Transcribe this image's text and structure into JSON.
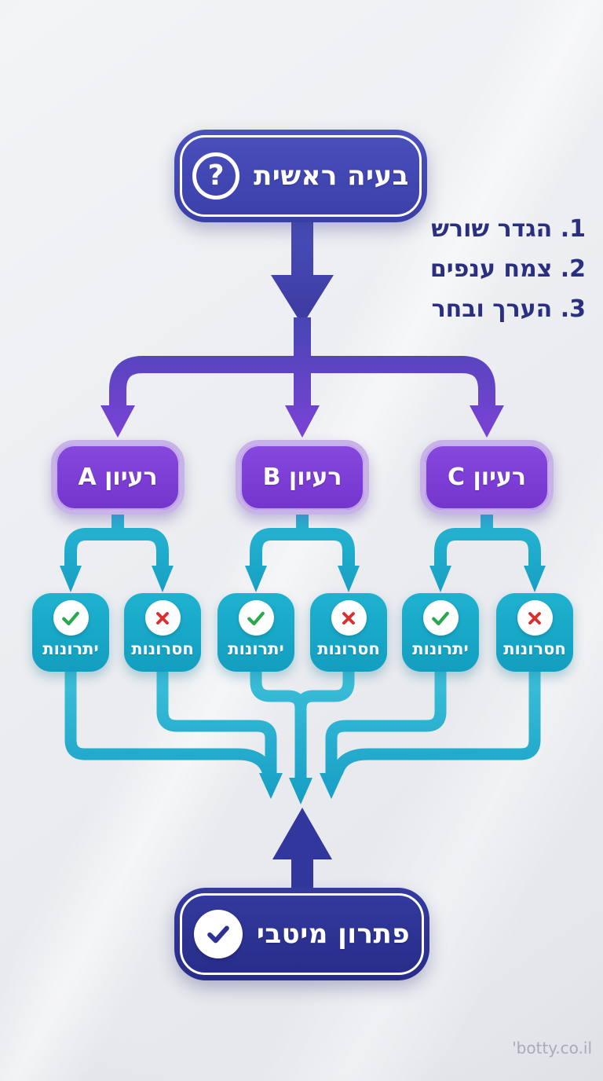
{
  "root": {
    "label": "בעיה ראשית",
    "icon": "question-mark-icon",
    "icon_glyph": "?"
  },
  "steps": {
    "items": [
      "1. הגדר שורש",
      "2. צמח ענפים",
      "3. הערך ובחר"
    ]
  },
  "branches": [
    {
      "label": "רעיון A",
      "pros": "יתרונות",
      "cons": "חסרונות"
    },
    {
      "label": "רעיון B",
      "pros": "יתרונות",
      "cons": "חסרונות"
    },
    {
      "label": "רעיון C",
      "pros": "יתרונות",
      "cons": "חסרונות"
    }
  ],
  "solution": {
    "label": "פתרון מיטבי",
    "icon": "check-icon"
  },
  "watermark": "'botty.co.il",
  "palette": {
    "root_box": "#3f45b2",
    "solution_box": "#2c3294",
    "idea_box": "#7d3fd6",
    "idea_border": "#c8b3e9",
    "eval_box": "#17a6c3",
    "arrow_indigo": "#4146b4",
    "arrow_purple": "#7c42d6",
    "arrow_teal": "#1fb0cf",
    "check_green": "#2aa84f",
    "cross_red": "#da2f2f",
    "steps_text": "#2b2f80",
    "background": "#eceef1"
  }
}
